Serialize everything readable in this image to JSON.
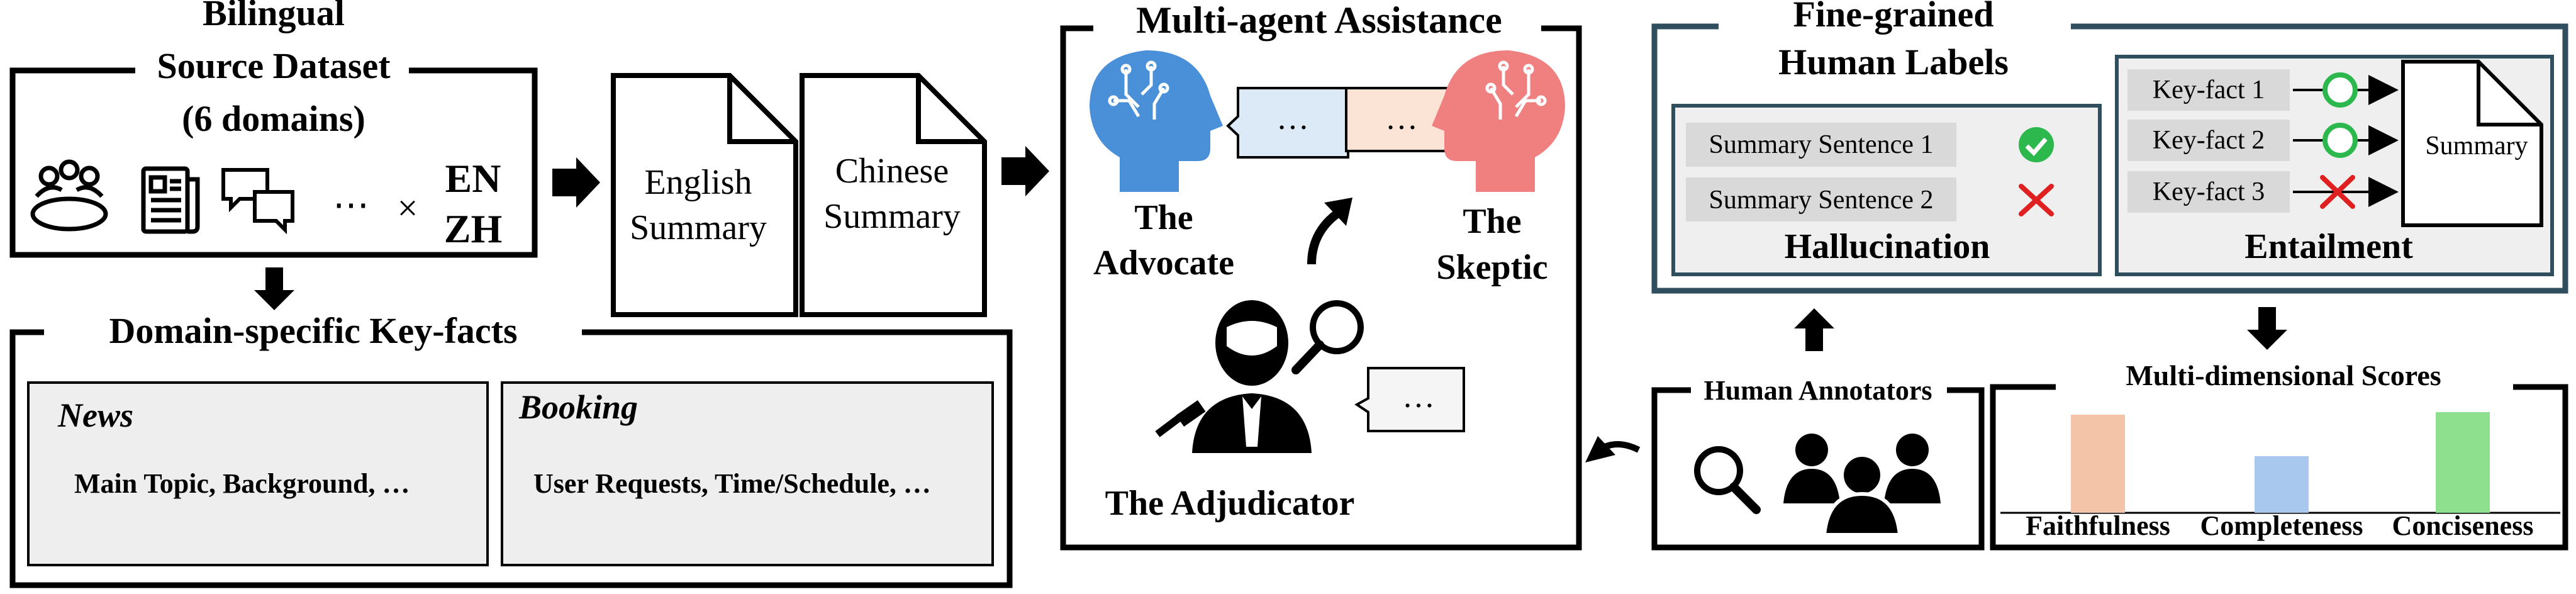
{
  "source": {
    "title_line1": "Bilingual",
    "title_line2": "Source Dataset",
    "title_line3": "(6 domains)",
    "ellipsis": "⋯",
    "times": "×",
    "lang1": "EN",
    "lang2": "ZH",
    "icons": [
      "meeting-icon",
      "newspaper-icon",
      "dialogue-icon"
    ]
  },
  "keyfacts": {
    "title": "Domain-specific Key-facts",
    "domains": [
      {
        "name": "News",
        "items": "Main Topic, Background, …"
      },
      {
        "name": "Booking",
        "items": "User Requests, Time/Schedule, …"
      }
    ]
  },
  "summaries": {
    "english_line1": "English",
    "english_line2": "Summary",
    "chinese_line1": "Chinese",
    "chinese_line2": "Summary"
  },
  "multiagent": {
    "title": "Multi-agent Assistance",
    "advocate_line1": "The",
    "advocate_line2": "Advocate",
    "skeptic_line1": "The",
    "skeptic_line2": "Skeptic",
    "adjudicator": "The Adjudicator",
    "bubble_text": "…",
    "colors": {
      "advocate": "#4a90d9",
      "skeptic": "#f08080",
      "advocate_bubble": "#dce9f7",
      "skeptic_bubble": "#fbe3d6"
    }
  },
  "labels": {
    "title_line1": "Fine-grained",
    "title_line2": "Human Labels",
    "hallucination": {
      "title": "Hallucination",
      "sentences": [
        "Summary Sentence 1",
        "Summary Sentence 2"
      ],
      "marks": [
        "check-icon",
        "cross-icon"
      ]
    },
    "entailment": {
      "title": "Entailment",
      "keyfacts": [
        "Key-fact 1",
        "Key-fact 2",
        "Key-fact 3"
      ],
      "marks": [
        "circle-icon",
        "circle-icon",
        "cross-icon"
      ],
      "summary": "Summary"
    },
    "colors": {
      "check": "#2db84d",
      "cross": "#e02020",
      "circle": "#2db84d",
      "frame": "#2f4f5f",
      "chip": "#d9d9d9"
    }
  },
  "annotators": {
    "title": "Human Annotators"
  },
  "scores": {
    "title": "Multi-dimensional Scores",
    "chart_data": {
      "type": "bar",
      "categories": [
        "Faithfulness",
        "Completeness",
        "Conciseness"
      ],
      "values": [
        0.78,
        0.45,
        0.8
      ],
      "colors": [
        "#f4c4a8",
        "#a8c8ee",
        "#8ee08e"
      ]
    }
  }
}
